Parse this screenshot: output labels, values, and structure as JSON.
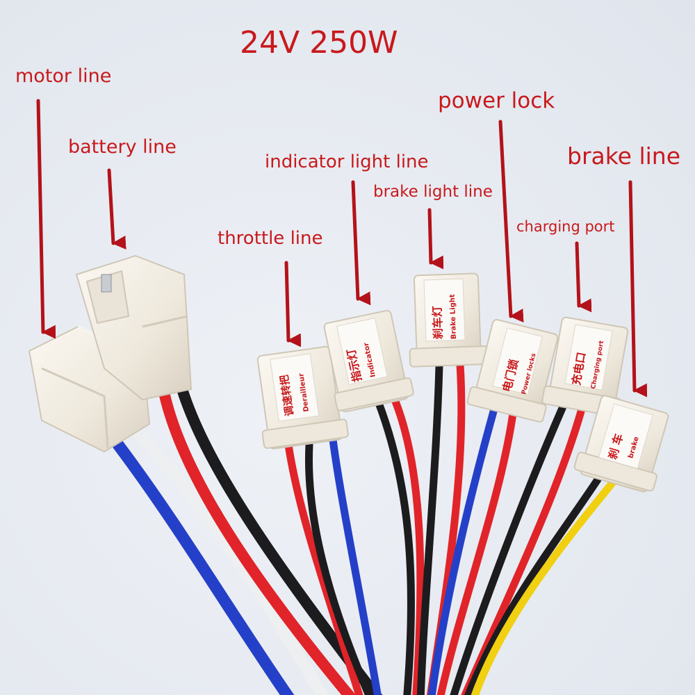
{
  "title": "24V 250W",
  "colors": {
    "label_red": "#c8191c",
    "arrow_red": "#b3121a",
    "connector_white": "#f3eee6",
    "wire_red": "#e0242a",
    "wire_black": "#1c1c1e",
    "wire_blue": "#2540c8",
    "wire_white": "#f8f8f8",
    "wire_yellow": "#f0d010",
    "background": "#e9edf3"
  },
  "labels": [
    {
      "id": "motor",
      "text": "motor line"
    },
    {
      "id": "battery",
      "text": "battery line"
    },
    {
      "id": "throttle",
      "text": "throttle line"
    },
    {
      "id": "indicator",
      "text": "indicator light line"
    },
    {
      "id": "brake_light",
      "text": "brake light line"
    },
    {
      "id": "power_lock",
      "text": "power lock"
    },
    {
      "id": "charging",
      "text": "charging port"
    },
    {
      "id": "brake",
      "text": "brake line"
    }
  ],
  "connector_tags": [
    {
      "cn": "调速转把",
      "en": "Derailleur"
    },
    {
      "cn": "指示灯",
      "en": "Indicator"
    },
    {
      "cn": "刹车灯",
      "en": "Brake Light"
    },
    {
      "cn": "电门锁",
      "en": "Power locks"
    },
    {
      "cn": "充电口",
      "en": "Charging port"
    },
    {
      "cn": "刹 车",
      "en": "brake"
    }
  ]
}
